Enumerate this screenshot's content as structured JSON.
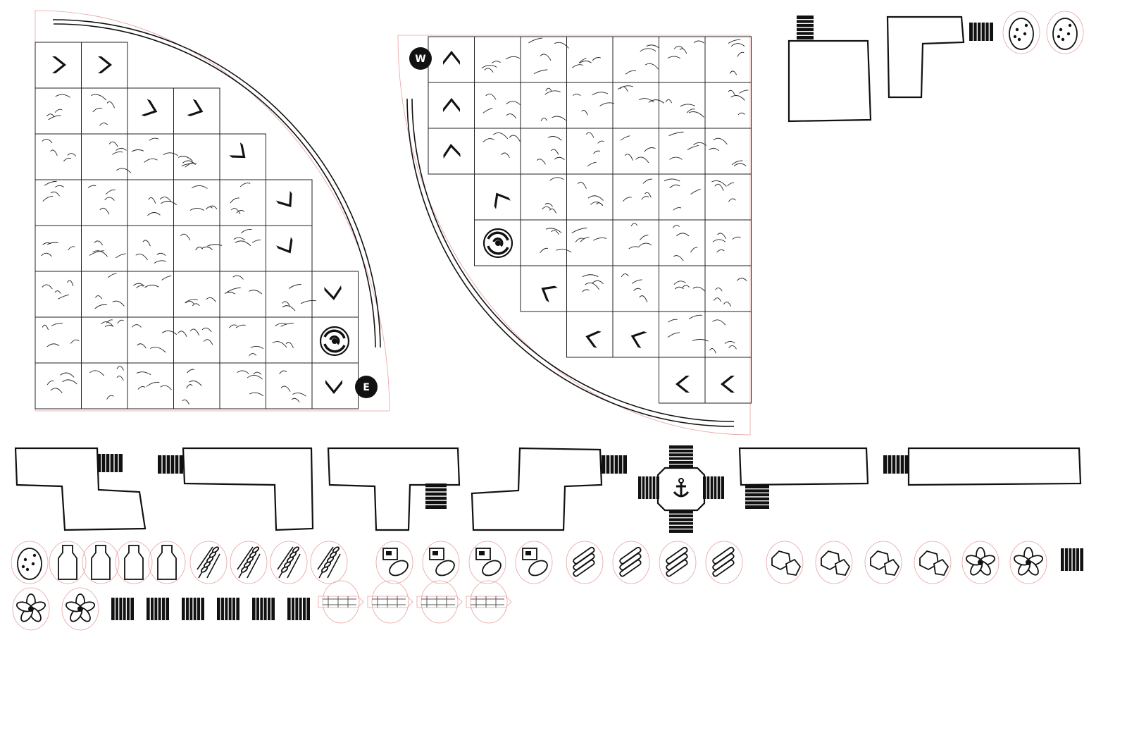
{
  "boards": [
    {
      "id": "board-east",
      "compass_label": "E"
    },
    {
      "id": "board-west",
      "compass_label": "W"
    }
  ],
  "icons": {
    "arrow": "chevron-arrow-icon",
    "whirlpool": "whirlpool-icon",
    "anchor": "anchor-icon",
    "dock": "dock-icon",
    "egg": "egg-icon",
    "bottle": "milk-bottle-icon",
    "wheat": "wheat-icon",
    "cocoa": "cocoa-chocolate-icon",
    "cinnamon": "cinnamon-sticks-icon",
    "sugar": "sugar-cubes-icon",
    "vanilla": "vanilla-flower-icon",
    "raft": "raft-icon"
  },
  "tokens": {
    "eggs": 3,
    "bottles": 4,
    "wheat": 4,
    "cocoa": 4,
    "cinnamon": 4,
    "sugar": 4,
    "vanilla": 4,
    "docks": 7,
    "rafts": 4
  },
  "colors": {
    "ink": "#111111",
    "cut_line": "#e8a0a0",
    "paper": "#ffffff"
  }
}
